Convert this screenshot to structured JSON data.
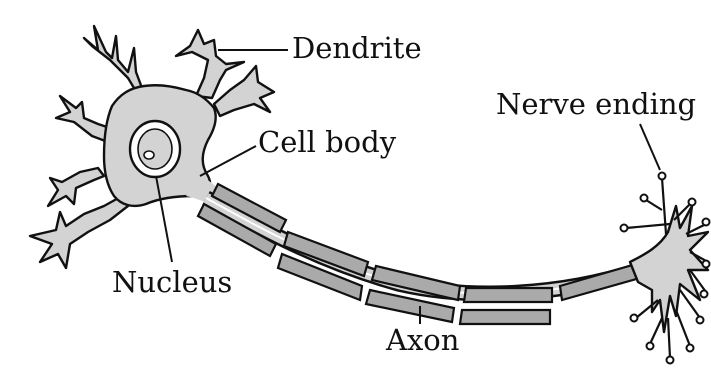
{
  "diagram": {
    "labels": {
      "dendrite": "Dendrite",
      "cell_body": "Cell body",
      "nucleus": "Nucleus",
      "axon": "Axon",
      "nerve_ending": "Nerve ending"
    },
    "colors": {
      "cell_fill": "#d3d3d3",
      "myelin_fill": "#aaaaaa",
      "stroke": "#111111",
      "background": "#ffffff"
    }
  }
}
